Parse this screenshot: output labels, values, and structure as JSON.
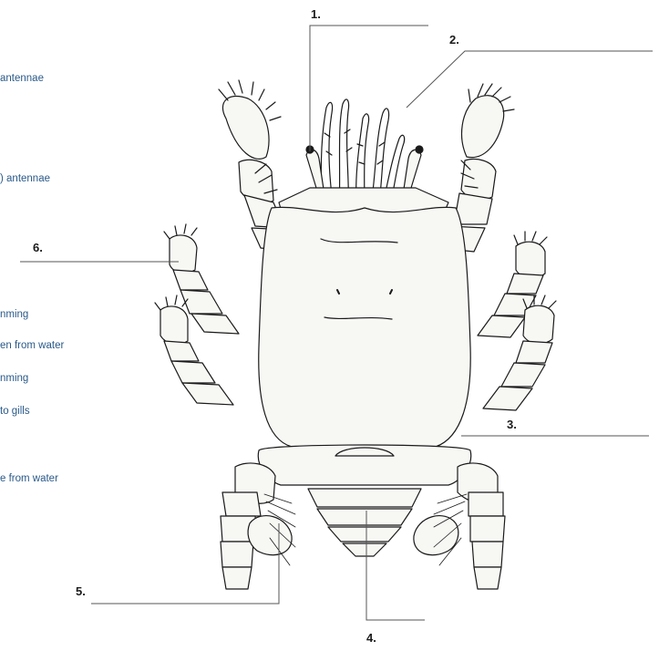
{
  "labels": [
    "1.",
    "2.",
    "3.",
    "4.",
    "5.",
    "6."
  ],
  "side_texts": [
    "antennae",
    ") antennae",
    "nming",
    "en from water",
    "nming",
    "to gills",
    "e from water"
  ],
  "colors": {
    "ink": "#1a1a1a",
    "leader_line": "#555555",
    "side_text": "#2a5a8a",
    "body_fill": "#f7f7f4"
  }
}
